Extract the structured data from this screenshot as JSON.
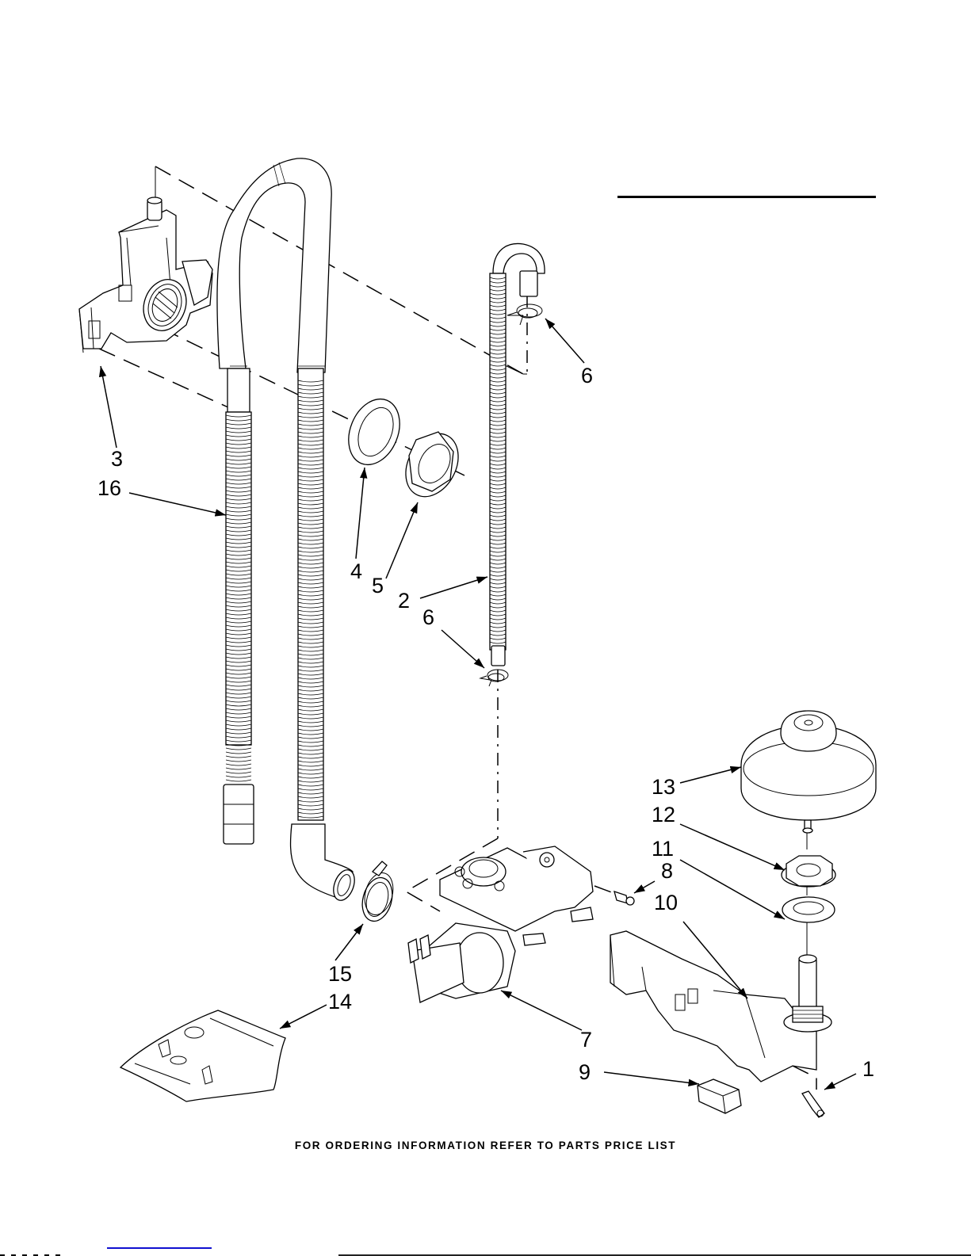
{
  "diagram": {
    "title": "Fill, Drain and Overfill Parts",
    "footer_note": "FOR ORDERING INFORMATION REFER TO PARTS PRICE LIST",
    "callouts": [
      {
        "id": "callout-1",
        "label": "1",
        "part": "overfill-switch-clip"
      },
      {
        "id": "callout-2",
        "label": "2",
        "part": "fill-hose"
      },
      {
        "id": "callout-3",
        "label": "3",
        "part": "fill-funnel-inlet"
      },
      {
        "id": "callout-4",
        "label": "4",
        "part": "gasket"
      },
      {
        "id": "callout-5",
        "label": "5",
        "part": "nut"
      },
      {
        "id": "callout-6a",
        "label": "6",
        "part": "hose-clamp-upper"
      },
      {
        "id": "callout-6b",
        "label": "6",
        "part": "hose-clamp-lower"
      },
      {
        "id": "callout-7",
        "label": "7",
        "part": "water-inlet-valve"
      },
      {
        "id": "callout-8",
        "label": "8",
        "part": "screw"
      },
      {
        "id": "callout-9",
        "label": "9",
        "part": "overfill-switch"
      },
      {
        "id": "callout-10",
        "label": "10",
        "part": "overfill-bracket"
      },
      {
        "id": "callout-11",
        "label": "11",
        "part": "washer"
      },
      {
        "id": "callout-12",
        "label": "12",
        "part": "float-nut"
      },
      {
        "id": "callout-13",
        "label": "13",
        "part": "float"
      },
      {
        "id": "callout-14",
        "label": "14",
        "part": "parts-bag"
      },
      {
        "id": "callout-15",
        "label": "15",
        "part": "drain-hose-clamp"
      },
      {
        "id": "callout-16",
        "label": "16",
        "part": "drain-hose"
      }
    ]
  }
}
